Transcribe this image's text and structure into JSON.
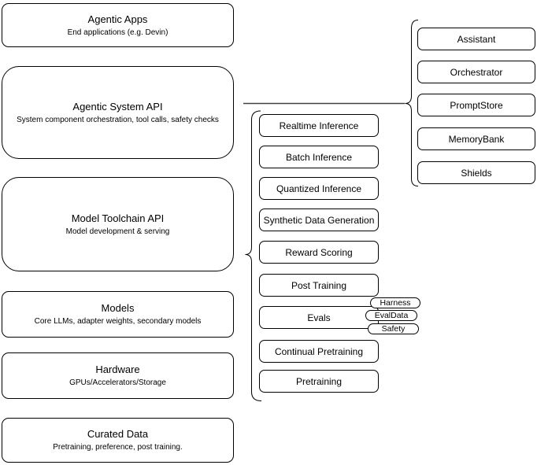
{
  "layers": [
    {
      "title": "Agentic Apps",
      "subtitle": "End applications (e.g. Devin)"
    },
    {
      "title": "Agentic System API",
      "subtitle": "System component orchestration, tool calls, safety checks"
    },
    {
      "title": "Model Toolchain API",
      "subtitle": "Model development & serving"
    },
    {
      "title": "Models",
      "subtitle": "Core LLMs, adapter weights, secondary models"
    },
    {
      "title": "Hardware",
      "subtitle": "GPUs/Accelerators/Storage"
    },
    {
      "title": "Curated Data",
      "subtitle": "Pretraining, preference, post training."
    }
  ],
  "toolchain": {
    "items": [
      "Realtime Inference",
      "Batch Inference",
      "Quantized Inference",
      "Synthetic Data Generation",
      "Reward Scoring",
      "Post Training",
      "Evals",
      "Continual Pretraining",
      "Pretraining"
    ]
  },
  "evals_tags": [
    "Harness",
    "EvalData",
    "Safety"
  ],
  "system_components": [
    "Assistant",
    "Orchestrator",
    "PromptStore",
    "MemoryBank",
    "Shields"
  ],
  "colors": {
    "stroke": "#000000",
    "fill": "#ffffff",
    "text": "#000000",
    "connector": "#424242"
  }
}
